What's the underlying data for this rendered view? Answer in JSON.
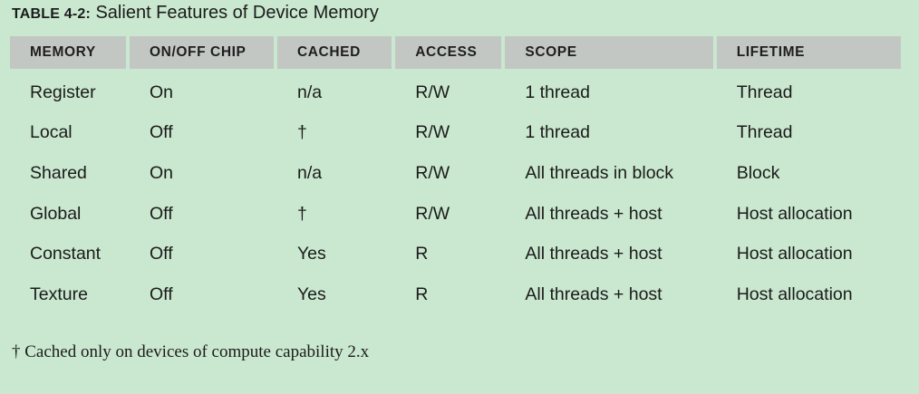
{
  "caption": {
    "label": "TABLE 4-2:",
    "title": "Salient Features of Device Memory"
  },
  "table": {
    "headers": [
      "MEMORY",
      "ON/OFF CHIP",
      "CACHED",
      "ACCESS",
      "SCOPE",
      "LIFETIME"
    ],
    "rows": [
      [
        "Register",
        "On",
        "n/a",
        "R/W",
        "1 thread",
        "Thread"
      ],
      [
        "Local",
        "Off",
        "†",
        "R/W",
        "1 thread",
        "Thread"
      ],
      [
        "Shared",
        "On",
        "n/a",
        "R/W",
        "All threads in block",
        "Block"
      ],
      [
        "Global",
        "Off",
        "†",
        "R/W",
        "All threads + host",
        "Host allocation"
      ],
      [
        "Constant",
        "Off",
        "Yes",
        "R",
        "All threads + host",
        "Host allocation"
      ],
      [
        "Texture",
        "Off",
        "Yes",
        "R",
        "All threads + host",
        "Host allocation"
      ]
    ]
  },
  "footnote": "† Cached only on devices of compute capability 2.x",
  "colors": {
    "background": "#c9e8cf",
    "header_fill": "#c3c7c4"
  }
}
